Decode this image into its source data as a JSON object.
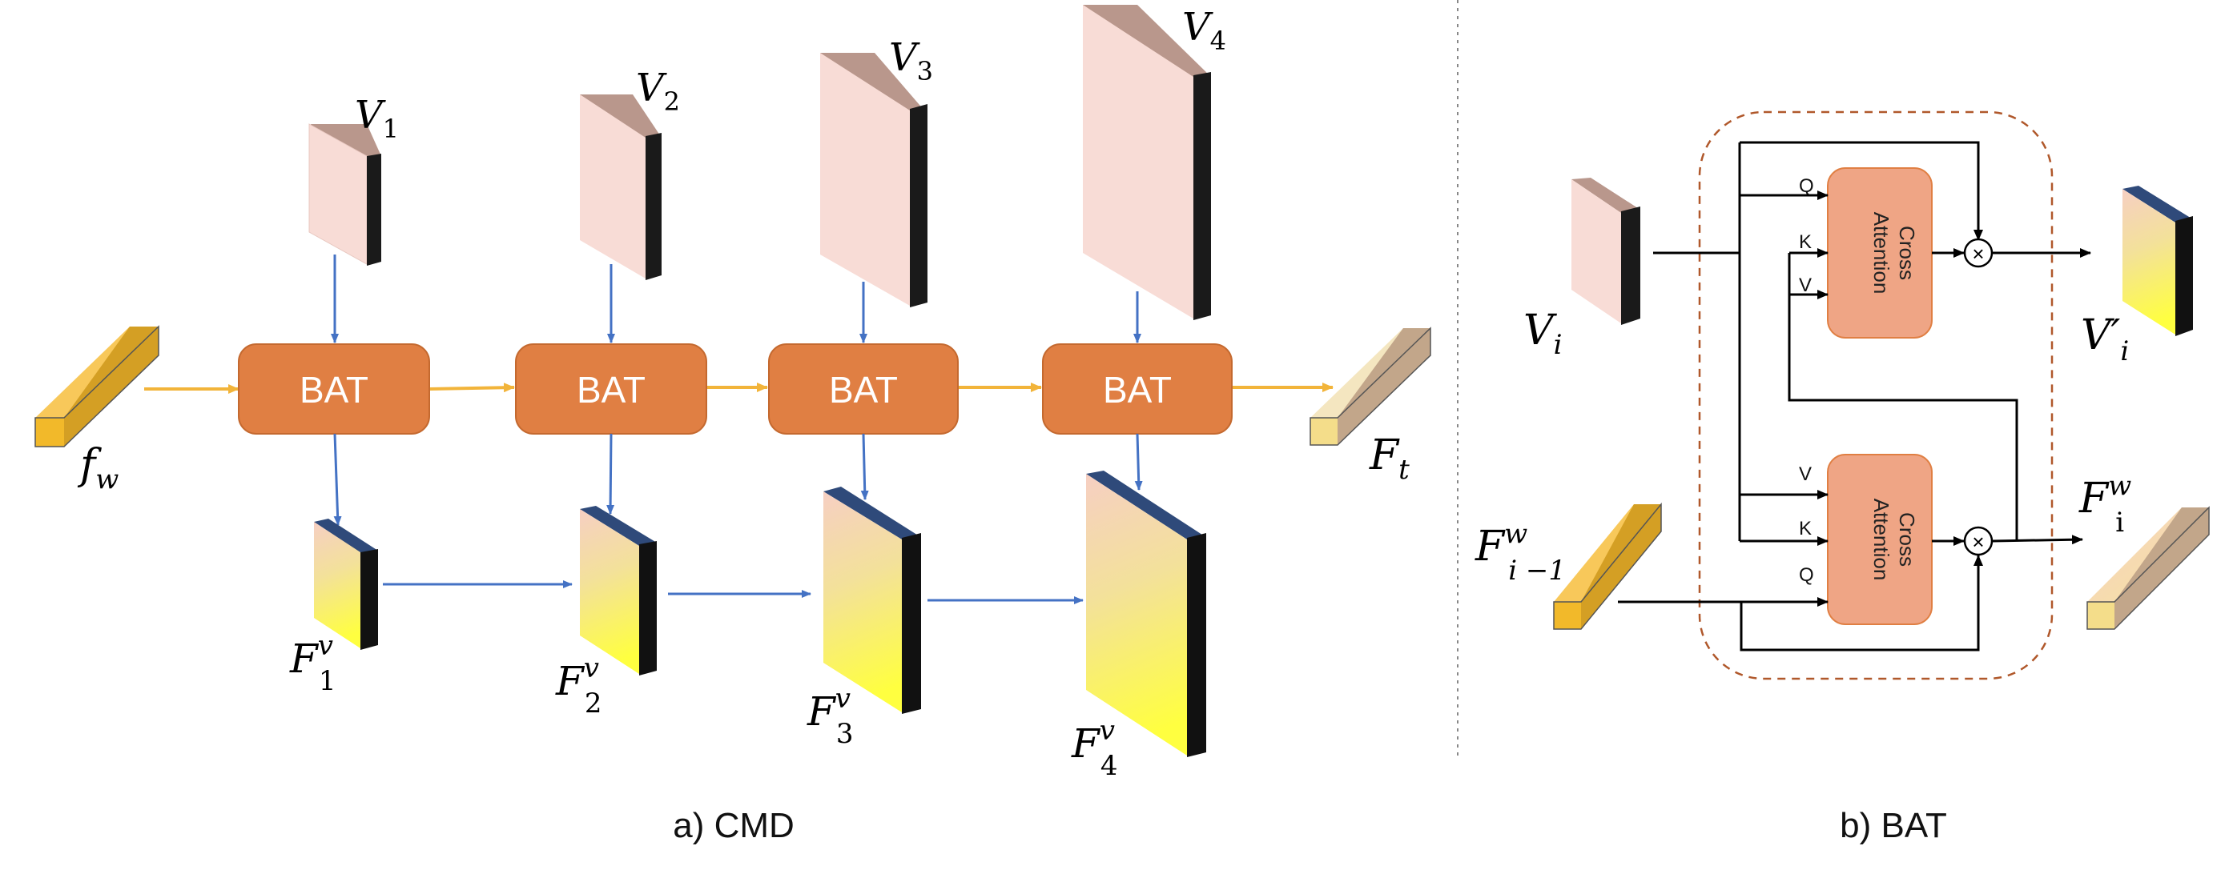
{
  "captions": {
    "left": "a) CMD",
    "right": "b) BAT"
  },
  "cmd": {
    "input_label": "f",
    "input_sub": "w",
    "output_label": "F",
    "output_sub": "t",
    "block_label": "BAT",
    "v_maps": [
      {
        "base": "V",
        "sub": "1"
      },
      {
        "base": "V",
        "sub": "2"
      },
      {
        "base": "V",
        "sub": "3"
      },
      {
        "base": "V",
        "sub": "4"
      }
    ],
    "f_maps": [
      {
        "base": "F",
        "sup": "v",
        "sub": "1"
      },
      {
        "base": "F",
        "sup": "v",
        "sub": "2"
      },
      {
        "base": "F",
        "sup": "v",
        "sub": "3"
      },
      {
        "base": "F",
        "sup": "v",
        "sub": "4"
      }
    ]
  },
  "bat": {
    "vi_base": "V",
    "vi_sub": "i",
    "vout_base": "V′",
    "vout_sub": "i",
    "fin_base": "F",
    "fin_sup": "w",
    "fin_sub": "i −1",
    "fout_base": "F",
    "fout_sup": "w",
    "fout_sub": "i",
    "attn_line1": "Cross",
    "attn_line2": "Attention",
    "top_ports": [
      "Q",
      "K",
      "V"
    ],
    "bottom_ports": [
      "V",
      "K",
      "Q"
    ],
    "mult_symbol": "×"
  },
  "colors": {
    "bat_block": "#e07f43",
    "attention_block": "#efa585",
    "arrow_blue": "#4472c4",
    "arrow_orange": "#f2b43a",
    "dashed_border": "#b0582b"
  }
}
